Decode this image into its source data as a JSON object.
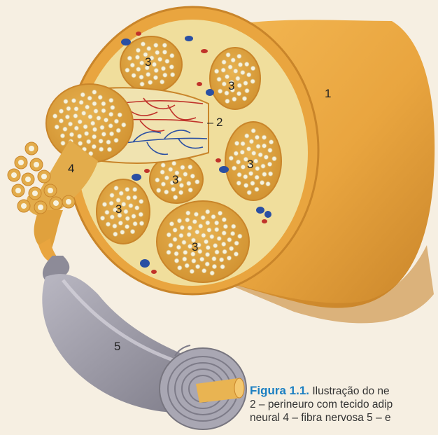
{
  "labels": {
    "epineuro": "1",
    "perineuro": "2",
    "fasciculo": "3",
    "fibra": "4",
    "bainha": "5"
  },
  "caption": {
    "figure": "Figura 1.1.",
    "line1": "Ilustração do ne",
    "line2": "2 – perineuro com tecido adip",
    "line3": "neural  4 – fibra nervosa  5 – e"
  },
  "colors": {
    "outer_nerve": "#e9a53f",
    "inner_tissue": "#f0de9c",
    "fascicle": "#e1a43e",
    "axon": "#f7f3e0",
    "artery": "#c0322a",
    "vein": "#2a4fa3",
    "myelin": "#9c9aa6",
    "caption_accent": "#1b7fc2"
  }
}
